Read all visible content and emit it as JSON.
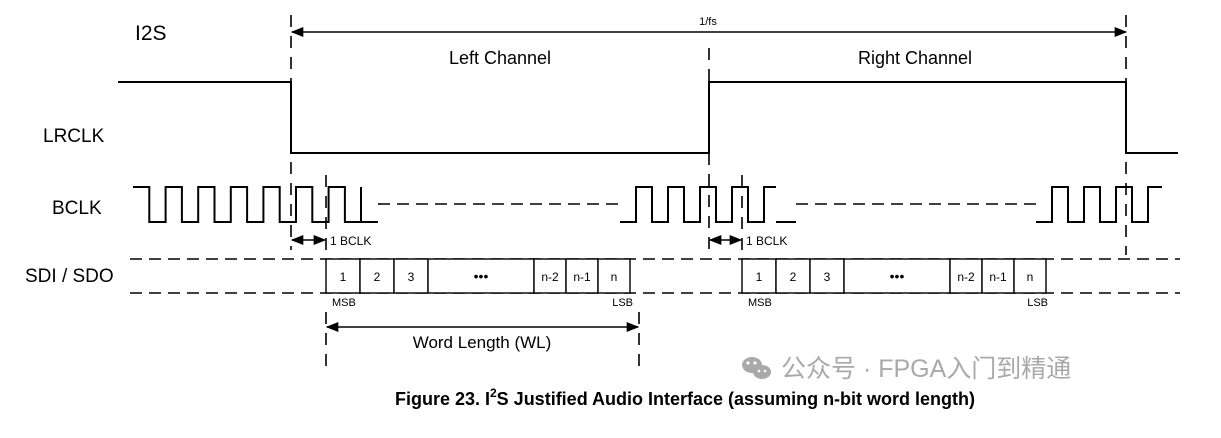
{
  "title_tag": "I2S",
  "period_label": "1/fs",
  "left_channel": "Left Channel",
  "right_channel": "Right Channel",
  "signals": {
    "lrclk": "LRCLK",
    "bclk": "BCLK",
    "sdi_sdo": "SDI / SDO"
  },
  "delay_label": "1 BCLK",
  "slot_labels": [
    "1",
    "2",
    "3",
    "•••",
    "n-2",
    "n-1",
    "n"
  ],
  "msb_label": "MSB",
  "lsb_label": "LSB",
  "word_length_label": "Word Length (WL)",
  "caption": {
    "prefix": "Figure 23.  I",
    "sup": "2",
    "suffix": "S Justified Audio Interface (assuming n-bit word length)"
  },
  "watermark": "公众号 · FPGA入门到精通"
}
